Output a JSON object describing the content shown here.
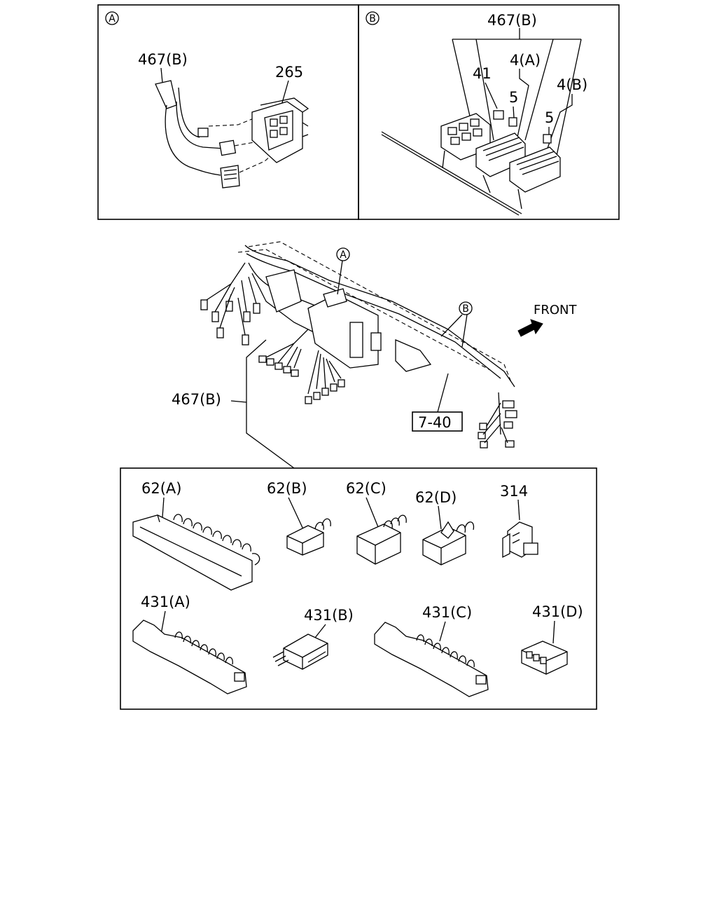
{
  "detail_a": {
    "marker": "A",
    "labels": {
      "harness": "467(B)",
      "connector": "265"
    }
  },
  "detail_b": {
    "marker": "B",
    "labels": {
      "harness": "467(B)",
      "fuse_block": "41",
      "relay_a": "4(A)",
      "clip_a": "5",
      "relay_b": "4(B)",
      "clip_b": "5"
    }
  },
  "main_view": {
    "marker_a": "A",
    "marker_b": "B",
    "front_label": "FRONT",
    "harness_label": "467(B)",
    "reference_label": "7-40"
  },
  "parts_box": {
    "row1": [
      "62(A)",
      "62(B)",
      "62(C)",
      "62(D)",
      "314"
    ],
    "row2": [
      "431(A)",
      "431(B)",
      "431(C)",
      "431(D)"
    ]
  }
}
